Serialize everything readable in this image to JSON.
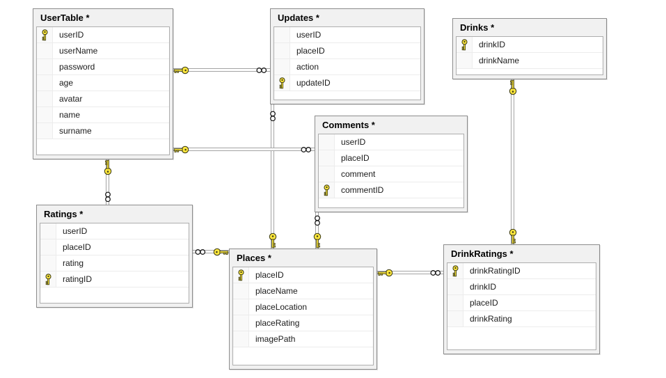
{
  "diagram_type": "database-diagram",
  "tables": [
    {
      "id": "usertable",
      "title": "UserTable *",
      "columns": [
        {
          "name": "userID",
          "pk": true
        },
        {
          "name": "userName",
          "pk": false
        },
        {
          "name": "password",
          "pk": false
        },
        {
          "name": "age",
          "pk": false
        },
        {
          "name": "avatar",
          "pk": false
        },
        {
          "name": "name",
          "pk": false
        },
        {
          "name": "surname",
          "pk": false
        }
      ]
    },
    {
      "id": "updates",
      "title": "Updates *",
      "columns": [
        {
          "name": "userID",
          "pk": false
        },
        {
          "name": "placeID",
          "pk": false
        },
        {
          "name": "action",
          "pk": false
        },
        {
          "name": "updateID",
          "pk": true
        }
      ]
    },
    {
      "id": "drinks",
      "title": "Drinks *",
      "columns": [
        {
          "name": "drinkID",
          "pk": true
        },
        {
          "name": "drinkName",
          "pk": false
        }
      ]
    },
    {
      "id": "comments",
      "title": "Comments *",
      "columns": [
        {
          "name": "userID",
          "pk": false
        },
        {
          "name": "placeID",
          "pk": false
        },
        {
          "name": "comment",
          "pk": false
        },
        {
          "name": "commentID",
          "pk": true
        }
      ]
    },
    {
      "id": "ratings",
      "title": "Ratings *",
      "columns": [
        {
          "name": "userID",
          "pk": false
        },
        {
          "name": "placeID",
          "pk": false
        },
        {
          "name": "rating",
          "pk": false
        },
        {
          "name": "ratingID",
          "pk": true
        }
      ]
    },
    {
      "id": "places",
      "title": "Places *",
      "columns": [
        {
          "name": "placeID",
          "pk": true
        },
        {
          "name": "placeName",
          "pk": false
        },
        {
          "name": "placeLocation",
          "pk": false
        },
        {
          "name": "placeRating",
          "pk": false
        },
        {
          "name": "imagePath",
          "pk": false
        }
      ]
    },
    {
      "id": "drinkratings",
      "title": "DrinkRatings *",
      "columns": [
        {
          "name": "drinkRatingID",
          "pk": true
        },
        {
          "name": "drinkID",
          "pk": false
        },
        {
          "name": "placeID",
          "pk": false
        },
        {
          "name": "drinkRating",
          "pk": false
        }
      ]
    }
  ],
  "relationships": [
    {
      "from": "UserTable",
      "to": "Updates",
      "from_end": "key",
      "to_end": "many"
    },
    {
      "from": "UserTable",
      "to": "Comments",
      "from_end": "key",
      "to_end": "many"
    },
    {
      "from": "UserTable",
      "to": "Ratings",
      "from_end": "key",
      "to_end": "many"
    },
    {
      "from": "Drinks",
      "to": "DrinkRatings",
      "from_end": "key",
      "to_end": "key"
    },
    {
      "from": "Places",
      "to": "Updates",
      "from_end": "key",
      "to_end": "many"
    },
    {
      "from": "Places",
      "to": "Comments",
      "from_end": "key",
      "to_end": "many"
    },
    {
      "from": "Places",
      "to": "Ratings",
      "from_end": "key",
      "to_end": "many"
    },
    {
      "from": "Places",
      "to": "DrinkRatings",
      "from_end": "key",
      "to_end": "many"
    }
  ],
  "colors": {
    "background": "#ffffff",
    "table_bg": "#f1f1f1",
    "table_border": "#8c8c8c",
    "body_border": "#aeaeae",
    "row_separator": "#ececec",
    "connector": "#a3a3a3",
    "key_fill": "#ffe83d",
    "key_outline": "#44431a"
  }
}
